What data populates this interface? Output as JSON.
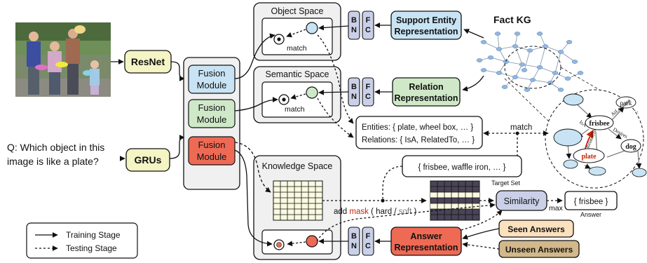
{
  "question": {
    "line1": "Q: Which object in this",
    "line2": "image is like a plate?"
  },
  "encoders": {
    "resnet": "ResNet",
    "grus": "GRUs"
  },
  "fusion": {
    "line1": "Fusion",
    "line2": "Module"
  },
  "spaces": {
    "object": "Object Space",
    "semantic": "Semantic Space",
    "knowledge": "Knowledge Space"
  },
  "match_label": "match",
  "bn_letters": [
    "B",
    "N"
  ],
  "fc_letters": [
    "F",
    "C"
  ],
  "representations": {
    "support_line1": "Support Entity",
    "support_line2": "Representation",
    "relation_line1": "Relation",
    "relation_line2": "Representation",
    "answer_line1": "Answer",
    "answer_line2": "Representation"
  },
  "kg": {
    "title": "Fact KG",
    "nodes": {
      "park": "park",
      "frisbee": "frisbee",
      "plate": "plate",
      "dog": "dog"
    },
    "edges": {
      "isa": "IsA",
      "at_location": "AtLocation",
      "desires": "Desires",
      "related_to": "RelatedTo"
    }
  },
  "query": {
    "entities": "Entities: { plate, wheel box, … }",
    "relations": "Relations: { IsA, RelatedTo, … }"
  },
  "target": {
    "set": "{ frisbee, waffle iron, … }",
    "label": "Target Set"
  },
  "mask": {
    "prefix": "add ",
    "word": "mask",
    "open": " ( ",
    "hard": "hard",
    "sep": " / ",
    "soft": "soft",
    "close": " )"
  },
  "similarity": "Similarity",
  "max_label": "max",
  "answer": {
    "value": "{ frisbee }",
    "label": "Answer"
  },
  "answer_sources": {
    "seen": "Seen Answers",
    "unseen": "Unseen Answers"
  },
  "legend": {
    "training": "Training Stage",
    "testing": "Testing Stage"
  },
  "colors": {
    "resnet_fill": "#f4f4c4",
    "blue_fill": "#c8e4f4",
    "green_fill": "#cfe9c8",
    "red_fill": "#ee6a55",
    "bn_fill": "#c9d0e7",
    "seen_fill": "#fbe1bd",
    "unseen_fill": "#d2b88a",
    "panel_fill": "#f0f0f0",
    "grid_fill": "#fafae0",
    "kg_node": "#8fb7e1",
    "mask_red": "#cc2200"
  }
}
